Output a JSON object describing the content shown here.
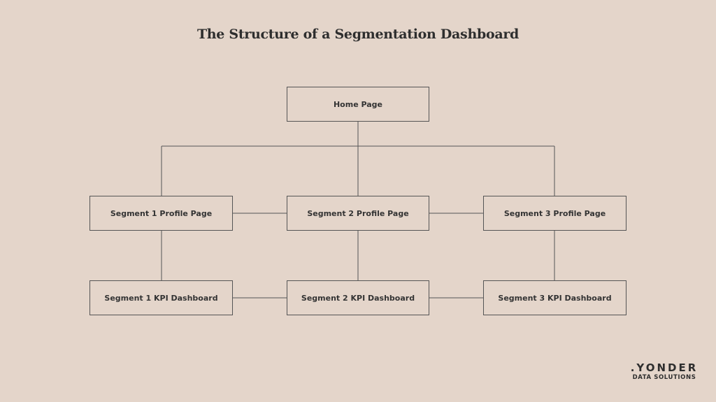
{
  "title": "The Structure of a Segmentation Dashboard",
  "nodes": {
    "home": "Home Page",
    "seg1_profile": "Segment 1 Profile Page",
    "seg2_profile": "Segment 2 Profile Page",
    "seg3_profile": "Segment 3 Profile Page",
    "seg1_kpi": "Segment 1 KPI Dashboard",
    "seg2_kpi": "Segment 2 KPI Dashboard",
    "seg3_kpi": "Segment 3 KPI Dashboard"
  },
  "logo": {
    "main": ".YONDER",
    "sub": "DATA SOLUTIONS"
  },
  "colors": {
    "background": "#e4d5ca",
    "line": "#555555",
    "text": "#333333"
  }
}
